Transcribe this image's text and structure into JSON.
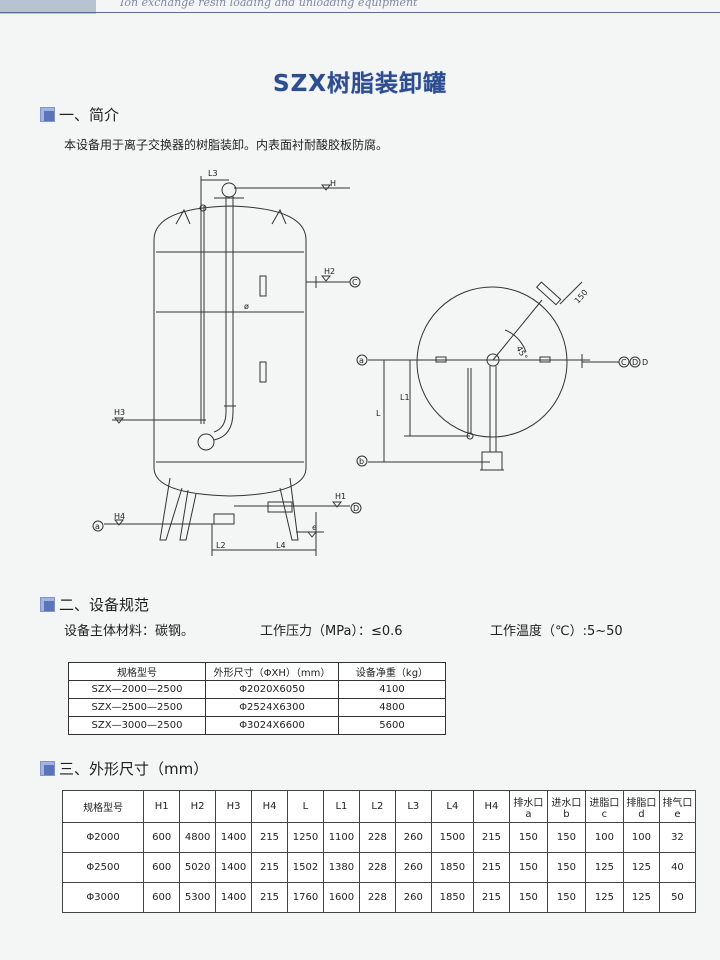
{
  "header": {
    "band_text": "Ion exchange resin loading and unloading equipment"
  },
  "title": "SZX树脂装卸罐",
  "section1": {
    "heading": "一、简介",
    "text": "本设备用于离子交换器的树脂装卸。内表面衬耐酸胶板防腐。"
  },
  "drawing": {
    "labels": {
      "L3": "L3",
      "H": "H",
      "H2": "H2",
      "C": "C",
      "phi": "ø",
      "H3": "H3",
      "H4": "H4",
      "a": "a",
      "H1": "H1",
      "D": "D",
      "e": "e",
      "L2": "L2",
      "L4": "L4",
      "dim150": "150",
      "angle": "45°",
      "L1": "L1",
      "L": "L",
      "b": "b",
      "c_right": "C",
      "d_right": "D",
      "D_right": "D",
      "a_left": "a"
    }
  },
  "section2": {
    "heading": "二、设备规范",
    "material": "设备主体材料：碳钢。",
    "pressure": "工作压力（MPa）：≤0.6",
    "temperature": "工作温度（℃）:5~50"
  },
  "spec_table": {
    "headers": [
      "规格型号",
      "外形尺寸（ΦXH）（mm）",
      "设备净重（kg）"
    ],
    "rows": [
      [
        "SZX—2000—2500",
        "Φ2020X6050",
        "4100"
      ],
      [
        "SZX—2500—2500",
        "Φ2524X6300",
        "4800"
      ],
      [
        "SZX—3000—2500",
        "Φ3024X6600",
        "5600"
      ]
    ]
  },
  "section3": {
    "heading": "三、外形尺寸（mm）"
  },
  "dim_table": {
    "headers": [
      [
        "规格型号",
        ""
      ],
      [
        "H1",
        ""
      ],
      [
        "H2",
        ""
      ],
      [
        "H3",
        ""
      ],
      [
        "H4",
        ""
      ],
      [
        "L",
        ""
      ],
      [
        "L1",
        ""
      ],
      [
        "L2",
        ""
      ],
      [
        "L3",
        ""
      ],
      [
        "L4",
        ""
      ],
      [
        "H4",
        ""
      ],
      [
        "排水口",
        "a"
      ],
      [
        "进水口",
        "b"
      ],
      [
        "进脂口",
        "c"
      ],
      [
        "排脂口",
        "d"
      ],
      [
        "排气口",
        "e"
      ]
    ],
    "rows": [
      [
        "Φ2000",
        "600",
        "4800",
        "1400",
        "215",
        "1250",
        "1100",
        "228",
        "260",
        "1500",
        "215",
        "150",
        "150",
        "100",
        "100",
        "32"
      ],
      [
        "Φ2500",
        "600",
        "5020",
        "1400",
        "215",
        "1502",
        "1380",
        "228",
        "260",
        "1850",
        "215",
        "150",
        "150",
        "125",
        "125",
        "40"
      ],
      [
        "Φ3000",
        "600",
        "5300",
        "1400",
        "215",
        "1760",
        "1600",
        "228",
        "260",
        "1850",
        "215",
        "150",
        "150",
        "125",
        "125",
        "50"
      ]
    ]
  }
}
